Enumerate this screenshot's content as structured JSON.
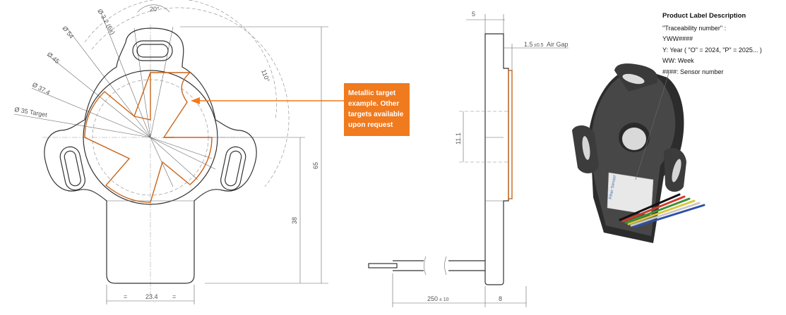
{
  "front_view": {
    "angle_top": "20°",
    "angle_right": "110°",
    "hole_dia": "Ø 3.2 (6x)",
    "dia_54": "Ø 54",
    "dia_45": "Ø 45",
    "dia_37": "Ø 37.4",
    "dia_target": "Ø 35 Target",
    "height_65": "65",
    "height_38": "38",
    "width_23": "23.4",
    "eq_left": "=",
    "eq_right": "="
  },
  "callout": {
    "text": "Metallic target example. Other targets available upon request",
    "color": "#f07a1e"
  },
  "side_view": {
    "dim_5": "5",
    "air_gap": "Air Gap",
    "air_gap_value": "1.5",
    "air_gap_tol": "±0.5",
    "dim_11": "11.1",
    "cable_len": "250",
    "cable_tol": "± 10",
    "dim_8": "8"
  },
  "label_description": {
    "title": "Product Label Description",
    "lines": [
      "\"Traceability number\" :",
      "YWW####",
      "Y: Year ( \"O\" = 2024, \"P\" = 2025... )",
      "WW: Week",
      "####: Sensor number"
    ]
  },
  "photo": {
    "sticker_text": "Piher Sensor",
    "wire_colors": [
      "#111111",
      "#d23a2a",
      "#3f8f3a",
      "#d8c63a",
      "#c9c9c9",
      "#2e4fa8"
    ]
  }
}
